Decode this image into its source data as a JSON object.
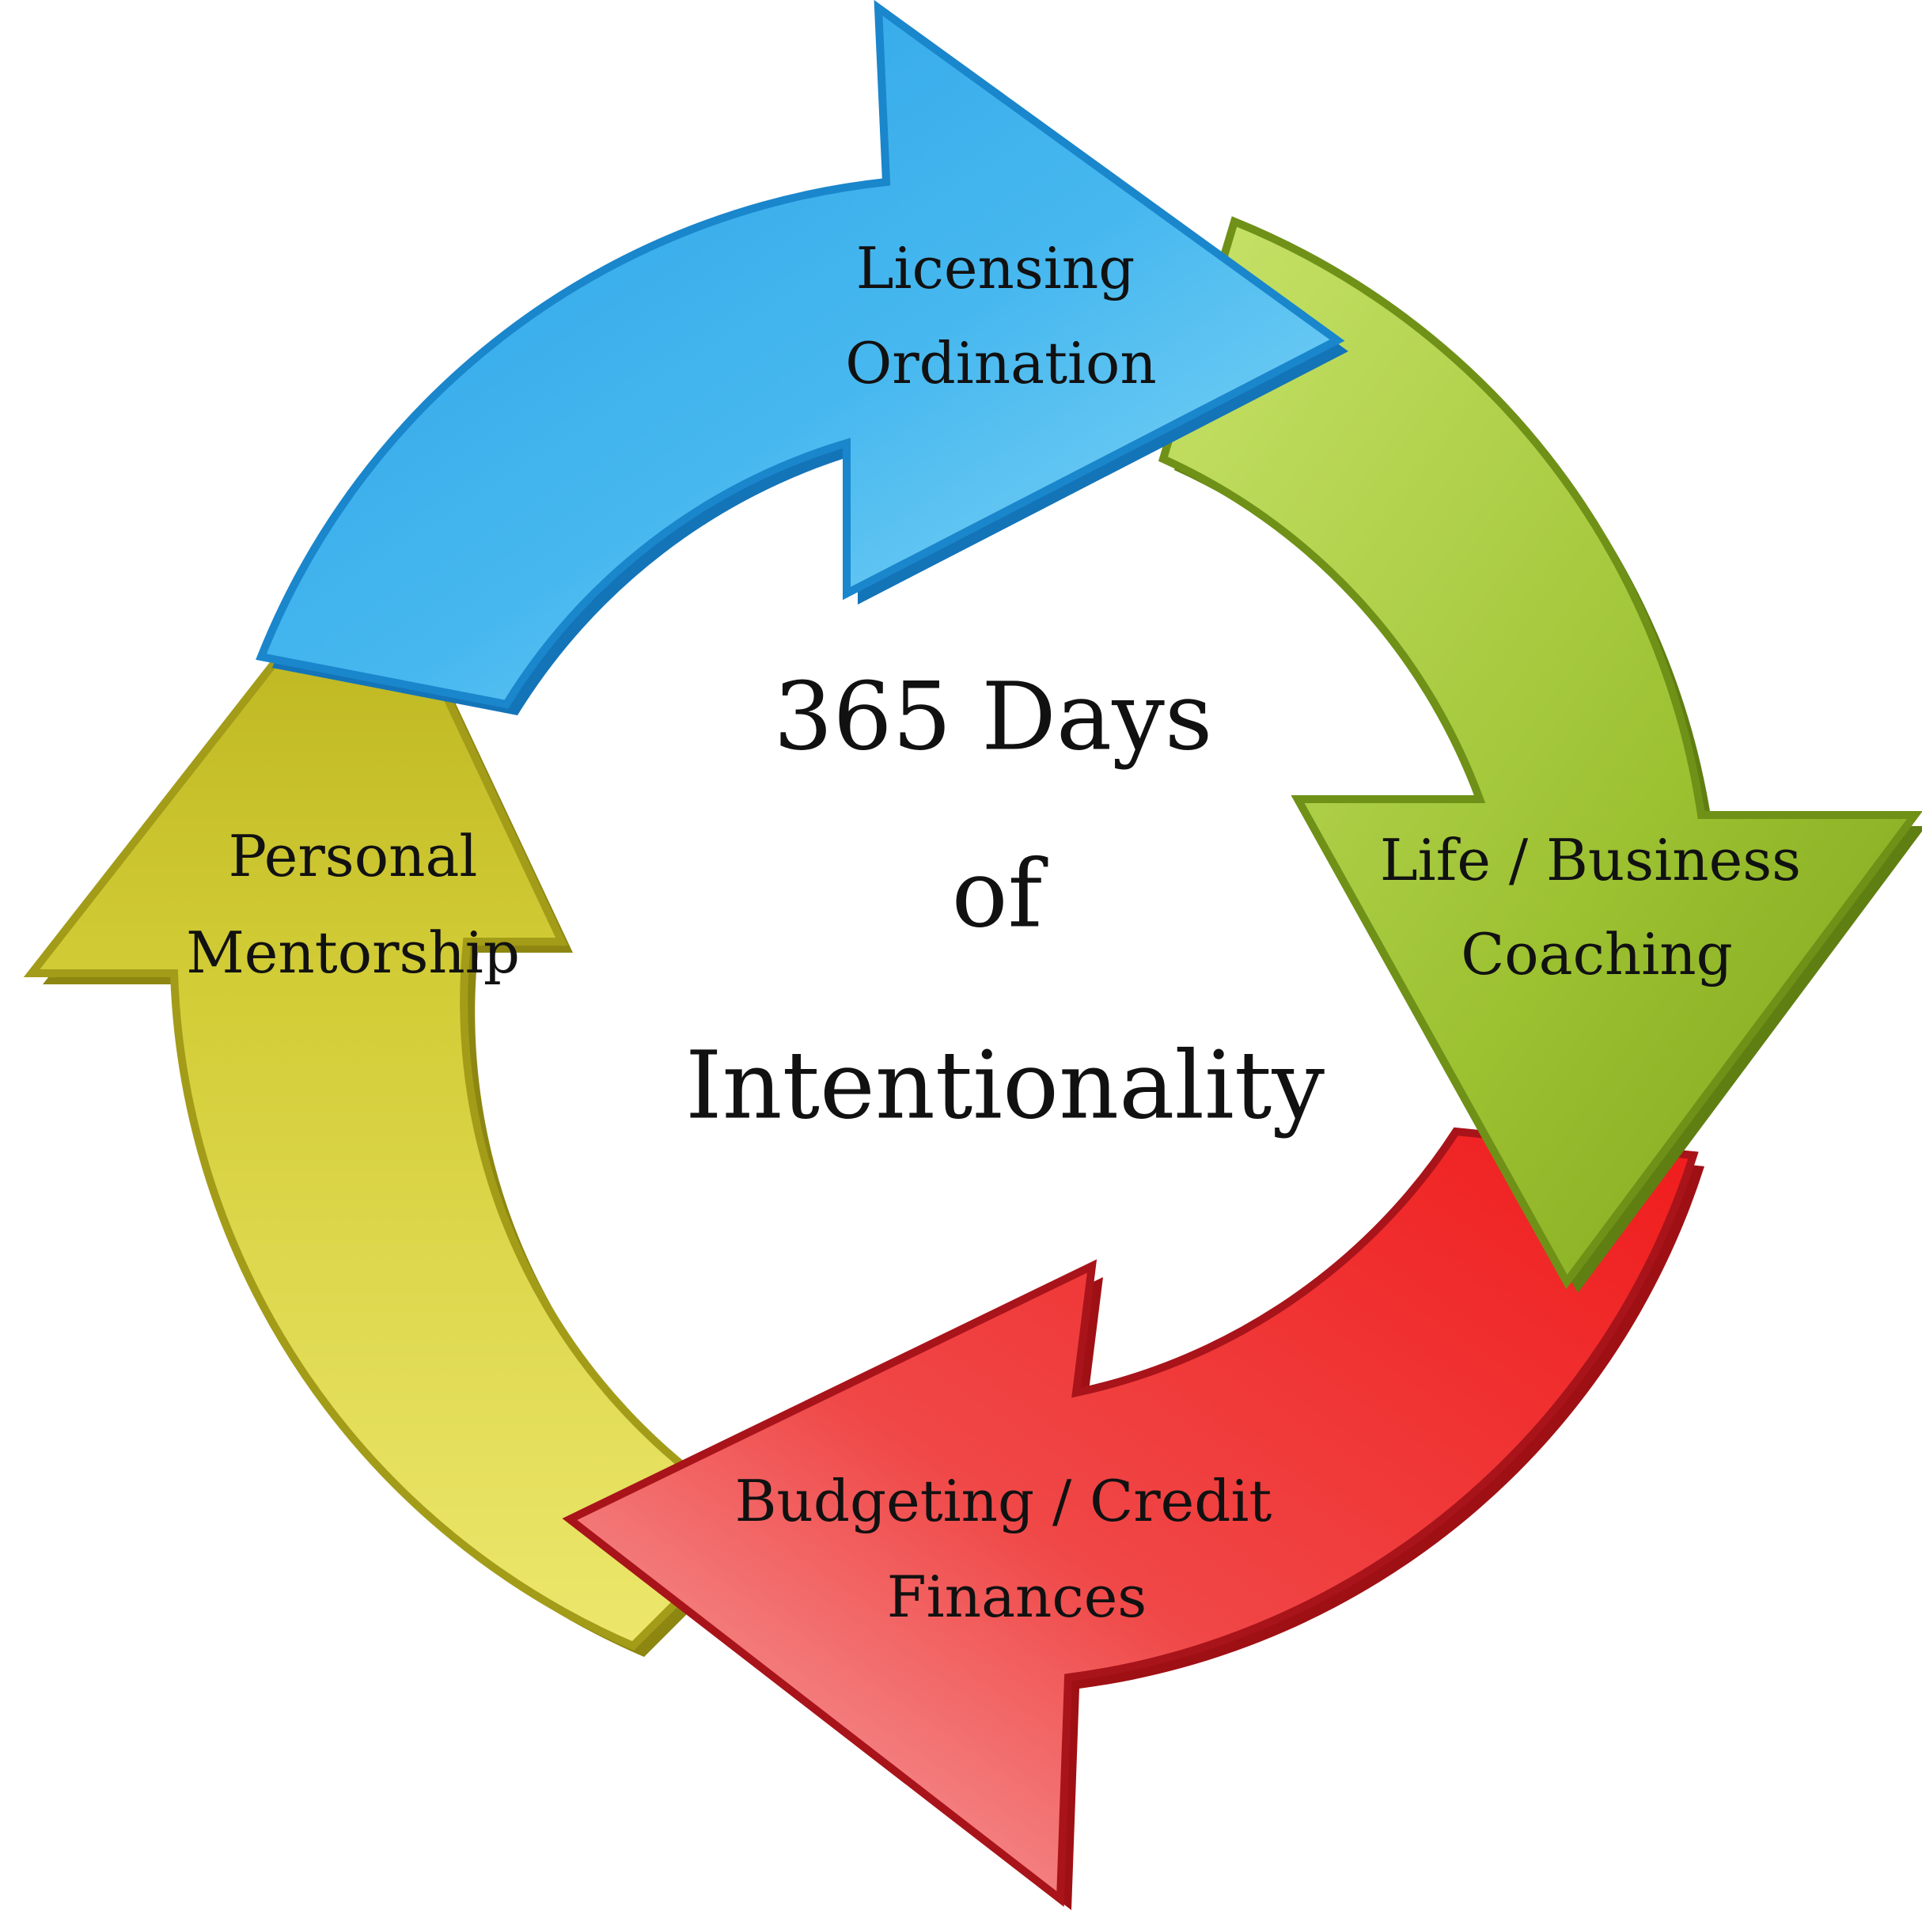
{
  "center": {
    "line1": "365 Days",
    "line2": "of",
    "line3": "Intentionality"
  },
  "segments": [
    {
      "id": "blue",
      "color": "#2aa6e8",
      "light": "#7fd4f5",
      "dark": "#1474b8",
      "lines": [
        "Licensing",
        "Ordination"
      ]
    },
    {
      "id": "green",
      "color": "#93b92a",
      "light": "#c8e36a",
      "dark": "#5f7f12",
      "lines": [
        "Life / Business",
        "Coaching"
      ]
    },
    {
      "id": "red",
      "color": "#e8262a",
      "light": "#f6a3a3",
      "dark": "#9f1014",
      "lines": [
        "Budgeting / Credit",
        "Finances"
      ]
    },
    {
      "id": "yellow",
      "color": "#c9c32a",
      "light": "#ece76c",
      "dark": "#8d8712",
      "lines": [
        "Personal",
        "Mentorship"
      ]
    }
  ]
}
